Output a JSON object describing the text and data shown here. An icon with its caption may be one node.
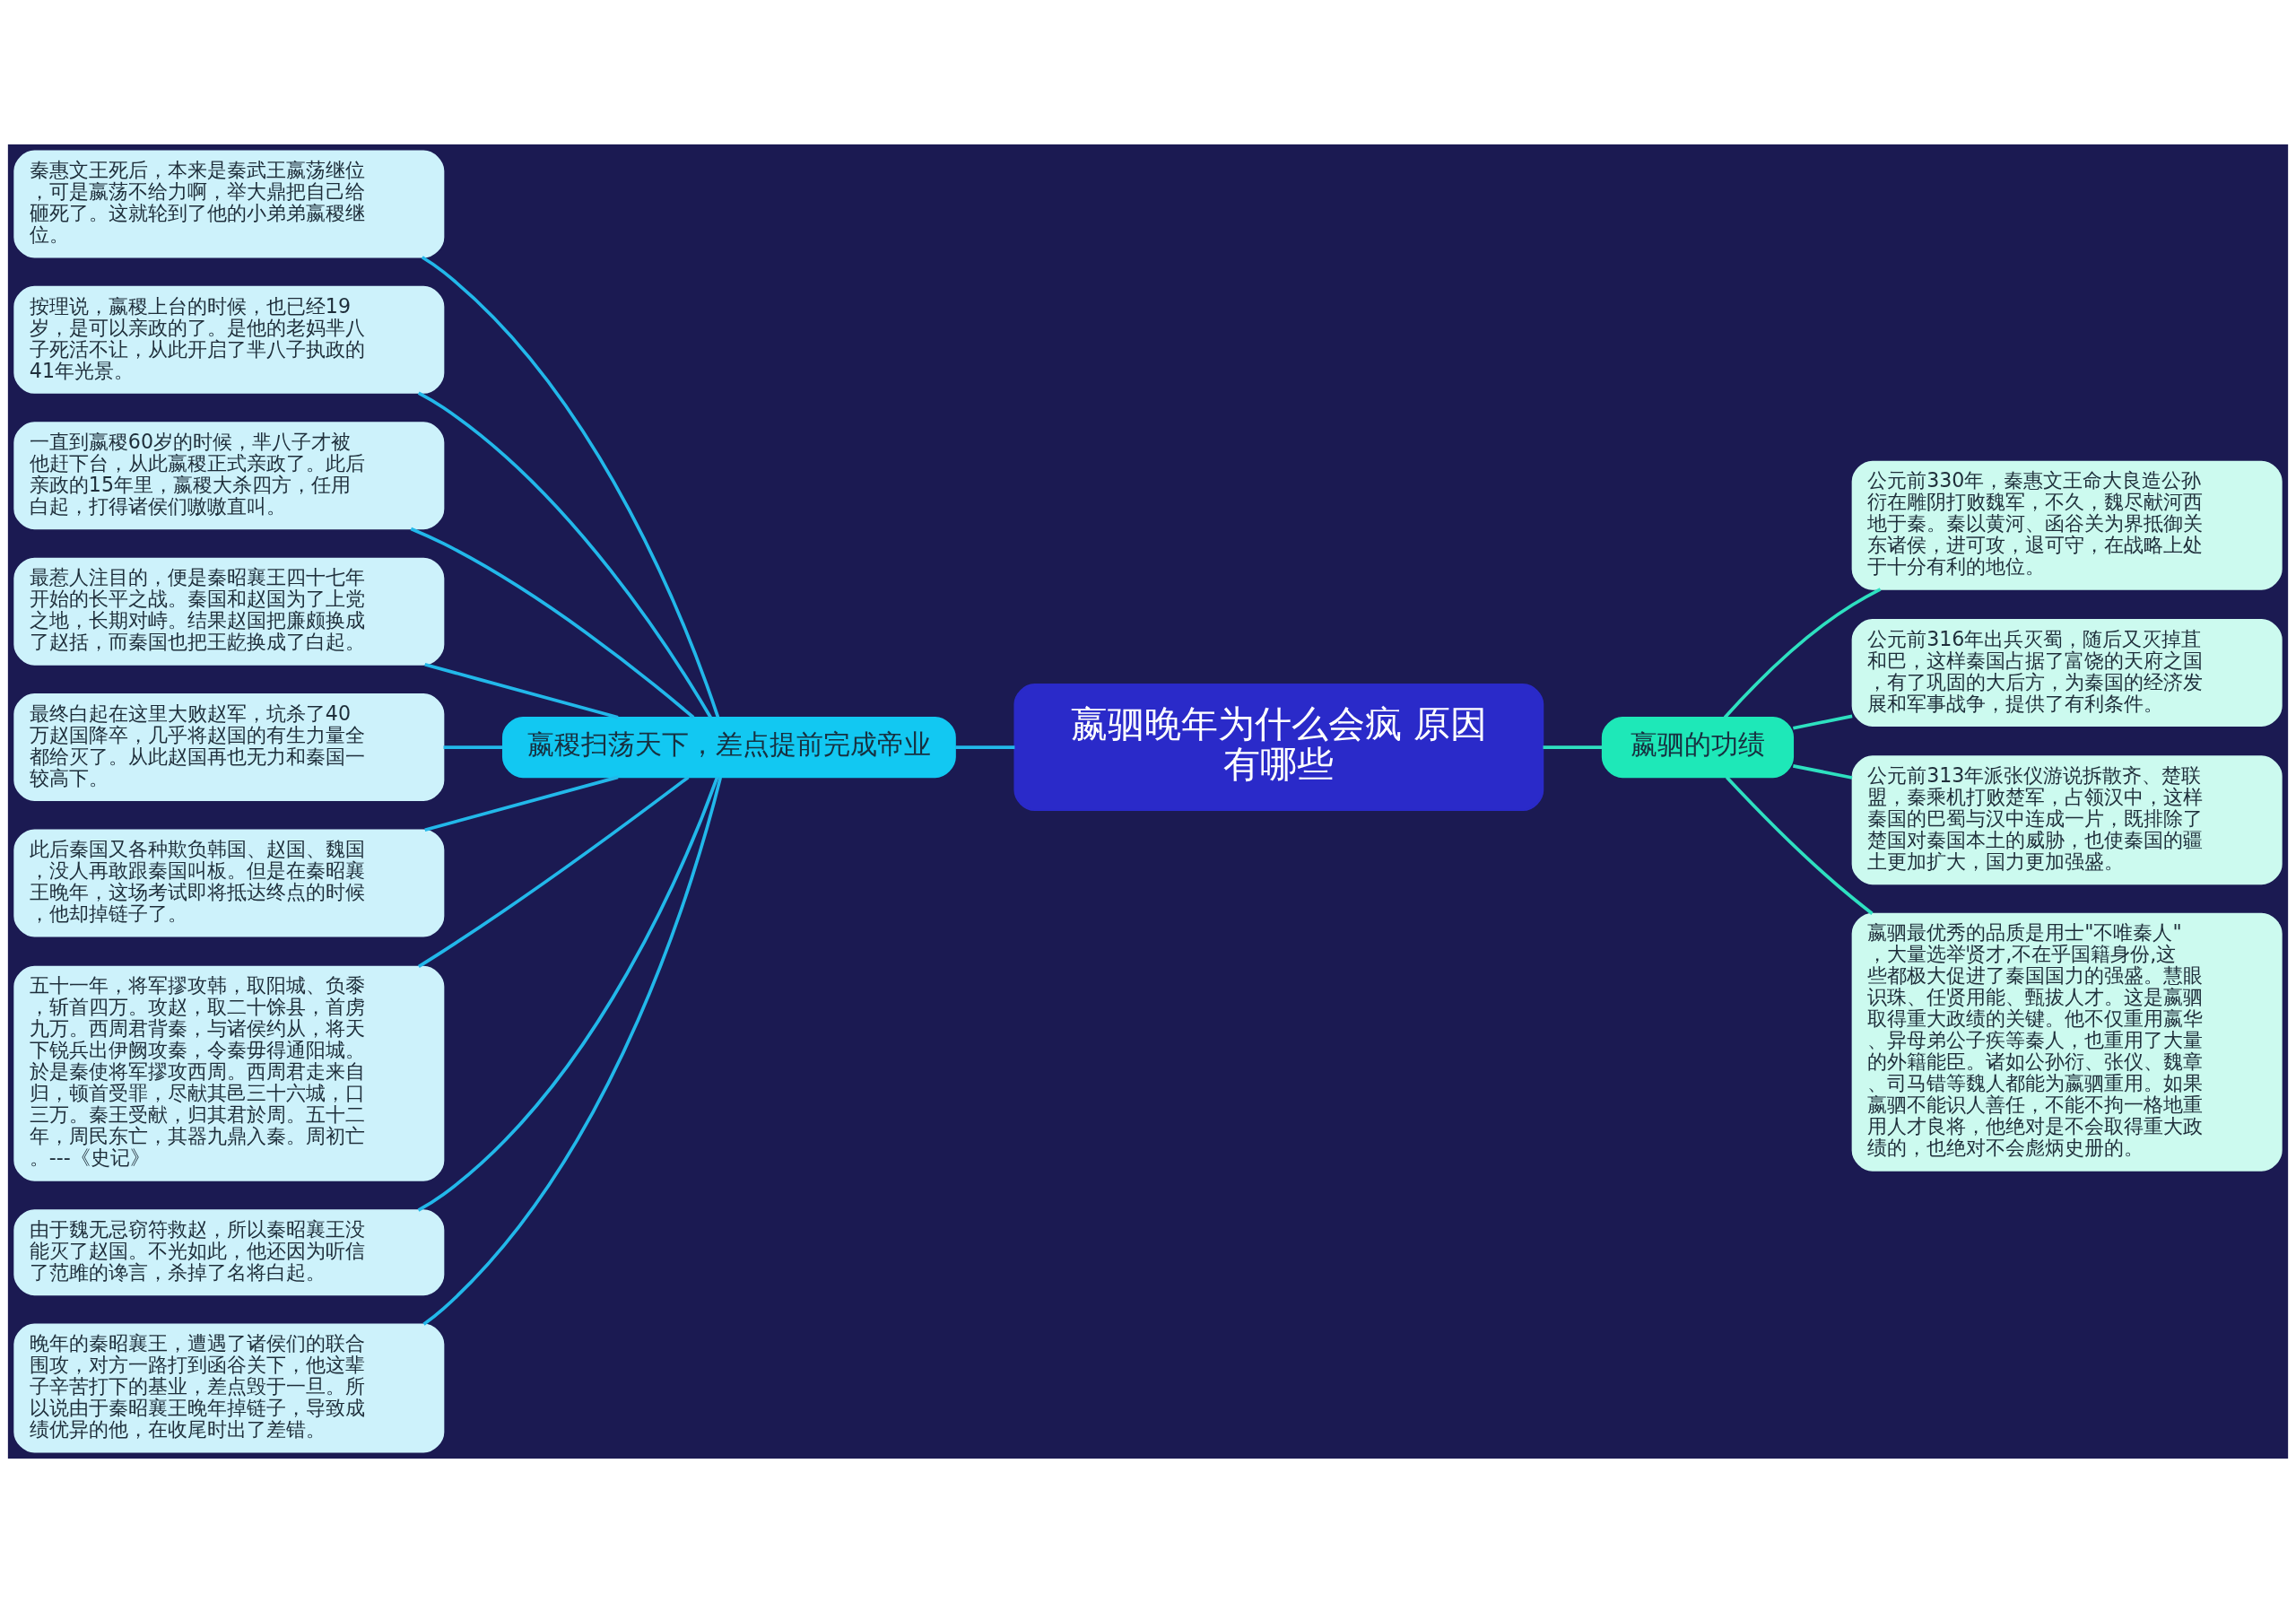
{
  "diagram": {
    "nodes": [
      {
        "text": [
          "嬴驷晚年为什么会疯 原因有哪些"
        ]
      },
      {
        "text": [
          "嬴稷扫荡天下，差点提前完成帝业"
        ]
      },
      {
        "text": [
          "秦惠文王死后，本来是秦武王嬴荡继位，可是嬴荡不给力啊，举大鼎把自己给砸死了。这就轮到了他的小弟弟嬴稷继位。"
        ]
      },
      {
        "text": [
          "按理说，嬴稷上台的时候，也已经19岁，是可以亲政的了。是他的老妈芈八子死活不让，从此开启了芈八子执政的41年光景。"
        ]
      },
      {
        "text": [
          "一直到嬴稷60岁的时候，芈八子才被他赶下台，从此嬴稷正式亲政了。此后亲政的15年里，嬴稷大杀四方，任用白起，打得诸侯们嗷嗷直叫。"
        ]
      },
      {
        "text": [
          "最惹人注目的，便是秦昭襄王四十七年开始的长平之战。秦国和赵国为了上党之地，长期对峙。结果赵国把廉颇换成了赵括，而秦国也把王龁换成了白起。"
        ]
      },
      {
        "text": [
          "最终白起在这里大败赵军，坑杀了40万赵国降卒，几乎将赵国的有生力量全都给灭了。从此赵国再也无力和秦国一较高下。"
        ]
      },
      {
        "text": [
          "此后秦国又各种欺负韩国、赵国、魏国，没人再敢跟秦国叫板。但是在秦昭襄王晚年，这场考试即将抵达终点的时候，他却掉链子了。"
        ]
      },
      {
        "text": [
          "五十一年，将军摎攻韩，取阳城、负黍，斩首四万。攻赵，取二十馀县，首虏九万。西周君背秦，与诸侯约从，将天下锐兵出伊阙攻秦，令秦毋得通阳城。於是秦使将军摎攻西周。西周君走来自归，顿首受罪，尽献其邑三十六城，口三万。秦王受献，归其君於周。五十二年，周民东亡，其器九鼎入秦。周初亡。---《史记》"
        ]
      },
      {
        "text": [
          "由于魏无忌窃符救赵，所以秦昭襄王没能灭了赵国。不光如此，他还因为听信了范雎的谗言，杀掉了名将白起。"
        ]
      },
      {
        "text": [
          "晚年的秦昭襄王，遭遇了诸侯们的联合围攻，对方一路打到函谷关下，他这辈子辛苦打下的基业，差点毁于一旦。所以说由于秦昭襄王晚年掉链子，导致成绩优异的他，在收尾时出了差错。"
        ]
      },
      {
        "text": [
          "嬴驷的功绩"
        ]
      },
      {
        "text": [
          "公元前330年，秦惠文王命大良造公孙衍在雕阴打败魏军，不久，魏尽献河西地于秦。秦以黄河、函谷关为界抵御关东诸侯，进可攻，退可守，在战略上处于十分有利的地位。"
        ]
      },
      {
        "text": [
          "公元前316年出兵灭蜀，随后又灭掉苴和巴，这样秦国占据了富饶的天府之国，有了巩固的大后方，为秦国的经济发展和军事战争，提供了有利条件。"
        ]
      },
      {
        "text": [
          "公元前313年派张仪游说拆散齐、楚联盟，秦乘机打败楚军，占领汉中，这样秦国的巴蜀与汉中连成一片，既排除了楚国对秦国本土的威胁，也使秦国的疆土更加扩大，国力更加强盛。"
        ]
      },
      {
        "text": [
          "嬴驷最优秀的品质是用士\"不唯秦人\"，大量选举贤才,不在乎国籍身份,这些都极大促进了秦国国力的强盛。慧眼识珠、任贤用能、甄拔人才。这是嬴驷取得重大政绩的关键。他不仅重用嬴华、异母弟公子疾等秦人，也重用了大量的外籍能臣。诸如公孙衍、张仪、魏章、司马错等魏人都能为嬴驷重用。如果嬴驷不能识人善任，不能不拘一格地重用人才良将，他绝对是不会取得重大政绩的，也绝对不会彪炳史册的。"
        ]
      }
    ],
    "edges": [
      {
        "from": 0,
        "to": 1,
        "arrow": "none"
      },
      {
        "from": 1,
        "to": 2,
        "arrow": "none"
      },
      {
        "from": 1,
        "to": 3,
        "arrow": "none"
      },
      {
        "from": 1,
        "to": 4,
        "arrow": "none"
      },
      {
        "from": 1,
        "to": 5,
        "arrow": "none"
      },
      {
        "from": 1,
        "to": 6,
        "arrow": "none"
      },
      {
        "from": 1,
        "to": 7,
        "arrow": "none"
      },
      {
        "from": 1,
        "to": 8,
        "arrow": "none"
      },
      {
        "from": 1,
        "to": 9,
        "arrow": "none"
      },
      {
        "from": 1,
        "to": 10,
        "arrow": "none"
      },
      {
        "from": 0,
        "to": 11,
        "arrow": "none",
        "color": "#2ee0c0"
      },
      {
        "from": 11,
        "to": 12,
        "arrow": "none",
        "color": "#2ee0c0"
      },
      {
        "from": 11,
        "to": 13,
        "arrow": "none",
        "color": "#2ee0c0"
      },
      {
        "from": 11,
        "to": 14,
        "arrow": "none",
        "color": "#2ee0c0"
      },
      {
        "from": 11,
        "to": 15,
        "arrow": "none",
        "color": "#2ee0c0"
      }
    ]
  }
}
